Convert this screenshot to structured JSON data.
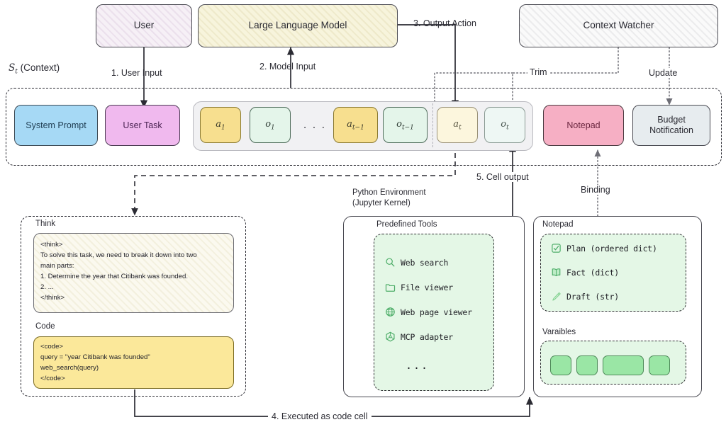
{
  "diagram": {
    "title": "Agent context / Jupyter-kernel execution loop",
    "context_label_prefix": "S",
    "context_label_sub": "t",
    "context_label_suffix": " (Context)"
  },
  "top_nodes": [
    {
      "id": "user",
      "label": "User"
    },
    {
      "id": "llm",
      "label": "Large Language Model"
    },
    {
      "id": "context-watcher",
      "label": "Context Watcher"
    }
  ],
  "flow_labels": {
    "step1": "1. User Input",
    "step2": "2. Model Input",
    "step3": "3. Output Action",
    "step4": "4. Executed as code cell",
    "step5": "5. Cell output",
    "trim": "Trim",
    "update": "Update",
    "binding": "Binding"
  },
  "context": {
    "items": [
      {
        "id": "system-prompt",
        "label": "System Prompt"
      },
      {
        "id": "user-task",
        "label": "User Task"
      },
      {
        "id": "notepad",
        "label": "Notepad"
      },
      {
        "id": "budget-notification",
        "label": "Budget\nNotification"
      }
    ],
    "history_tokens": [
      {
        "id": "a1",
        "base": "a",
        "sub": "1",
        "kind": "action",
        "faded": false
      },
      {
        "id": "o1",
        "base": "o",
        "sub": "1",
        "kind": "observation",
        "faded": false
      },
      {
        "id": "ellipsis",
        "base": "...",
        "sub": "",
        "kind": "ellipsis",
        "faded": false
      },
      {
        "id": "at-1",
        "base": "a",
        "sub": "t−1",
        "kind": "action",
        "faded": false
      },
      {
        "id": "ot-1",
        "base": "o",
        "sub": "t−1",
        "kind": "observation",
        "faded": false
      },
      {
        "id": "at",
        "base": "a",
        "sub": "t",
        "kind": "action",
        "faded": true
      },
      {
        "id": "ot",
        "base": "o",
        "sub": "t",
        "kind": "observation",
        "faded": true
      }
    ]
  },
  "think_panel": {
    "think_title": "Think",
    "think_text": "<think>\nTo solve this task, we need to break it down into two\nmain parts:\n1. Determine the year that Citibank was founded.\n2. ...\n</think>",
    "code_title": "Code",
    "code_text": "<code>\nquery = \"year Citibank was founded\"\nweb_search(query)\n</code>"
  },
  "python_env": {
    "title": "Python Environment\n(Jupyter Kernel)",
    "tools_title": "Predefined Tools",
    "tools": [
      {
        "icon": "search-icon",
        "label": "Web search"
      },
      {
        "icon": "folder-icon",
        "label": "File viewer"
      },
      {
        "icon": "globe-icon",
        "label": "Web page viewer"
      },
      {
        "icon": "hexagon-node-icon",
        "label": "MCP adapter"
      },
      {
        "icon": "ellipsis-icon",
        "label": "..."
      }
    ]
  },
  "notepad_panel": {
    "notepad_title": "Notepad",
    "entries": [
      {
        "icon": "checkbox-icon",
        "label": "Plan (ordered dict)"
      },
      {
        "icon": "book-icon",
        "label": "Fact (dict)"
      },
      {
        "icon": "pen-icon",
        "label": "Draft (str)"
      }
    ],
    "variables_title": "Varaibles",
    "variable_blocks": 4
  },
  "colors": {
    "system_prompt": "#a6d9f5",
    "user_task": "#f0b9ee",
    "notepad": "#f6afc4",
    "budget": "#e7ecef",
    "action_token": "#f7df8f",
    "observation_token": "#e4f5ea",
    "green_panel": "#e4f7e6",
    "variable_block": "#9ae6a5",
    "code_block": "#fbe89a",
    "llm_box": "#f7f4dc",
    "stroke": "#2b2b33"
  }
}
